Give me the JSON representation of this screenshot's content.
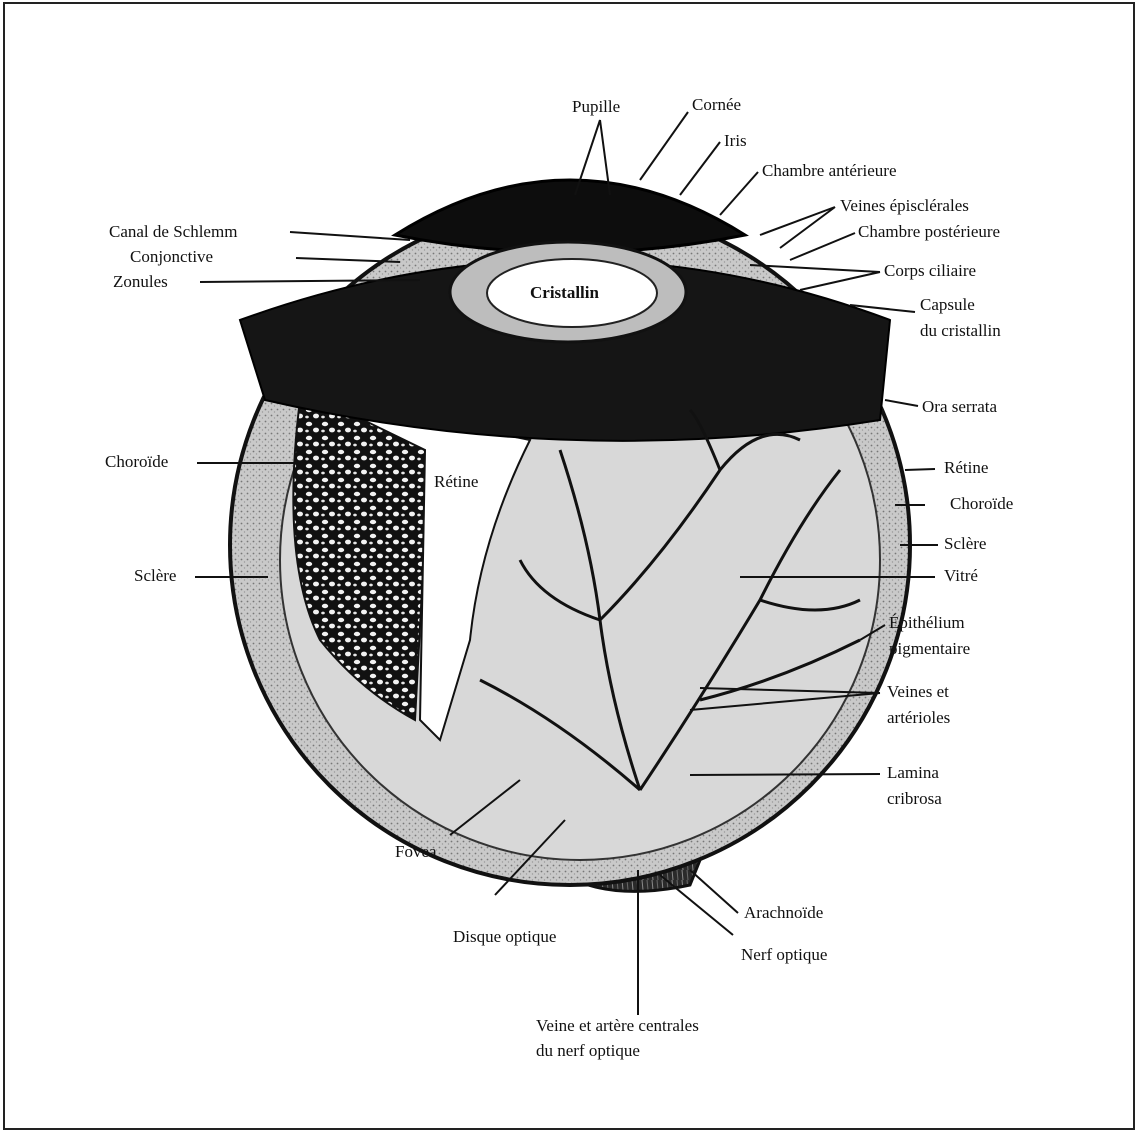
{
  "labels": {
    "pupille": "Pupille",
    "cornee": "Cornée",
    "iris": "Iris",
    "chambre_anterieure": "Chambre antérieure",
    "veines_episclerales": "Veines épisclérales",
    "chambre_posterieure": "Chambre postérieure",
    "corps_ciliaire": "Corps ciliaire",
    "capsule_l1": "Capsule",
    "capsule_l2": "du cristallin",
    "canal_schlemm": "Canal de Schlemm",
    "conjonctive": "Conjonctive",
    "zonules": "Zonules",
    "cristallin": "Cristallin",
    "ora_serrata": "Ora serrata",
    "retine_right": "Rétine",
    "choroide_right": "Choroïde",
    "sclere_right": "Sclère",
    "vitre": "Vitré",
    "epithelium_l1": "Épithélium",
    "epithelium_l2": "pigmentaire",
    "veines_l1": "Veines et",
    "veines_l2": "artérioles",
    "lamina_l1": "Lamina",
    "lamina_l2": "cribrosa",
    "choroide_left": "Choroïde",
    "retine_inner": "Rétine",
    "sclere_left": "Sclère",
    "fovea": "Fovea",
    "disque_optique": "Disque optique",
    "arachnoide": "Arachnoïde",
    "nerf_optique": "Nerf optique",
    "veine_l1": "Veine et artère centrales",
    "veine_l2": "du nerf optique"
  }
}
